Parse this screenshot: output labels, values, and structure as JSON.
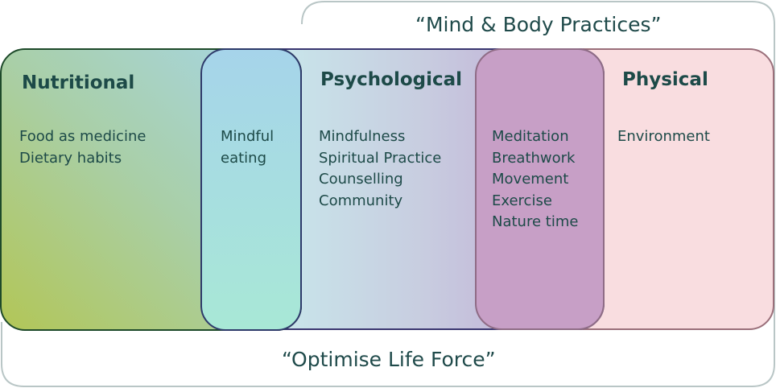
{
  "labels": {
    "top": "“Mind & Body Practices”",
    "bottom": "“Optimise Life Force”"
  },
  "sections": {
    "nutritional": {
      "heading": "Nutritional",
      "items": [
        "Food as medicine",
        "Dietary habits"
      ]
    },
    "overlap_nutritional_psychological": {
      "items": [
        "Mindful",
        "eating"
      ]
    },
    "psychological": {
      "heading": "Psychological",
      "items": [
        "Mindfulness",
        "Spiritual Practice",
        "Counselling",
        "Community"
      ]
    },
    "overlap_psychological_physical": {
      "items": [
        "Meditation",
        "Breathwork",
        "Movement",
        "Exercise",
        "Nature time"
      ]
    },
    "physical": {
      "heading": "Physical",
      "items": [
        "Environment"
      ]
    }
  },
  "colors": {
    "text": "#1d4a48",
    "outer_border": "#b9c6c6",
    "nutritional_border": "#1e4a2a",
    "psychological_border": "#3a3670",
    "physical_border": "#9a6f7a",
    "physical_fill": "#f9dde0",
    "overlap_physical_fill": "#c79fc6"
  }
}
